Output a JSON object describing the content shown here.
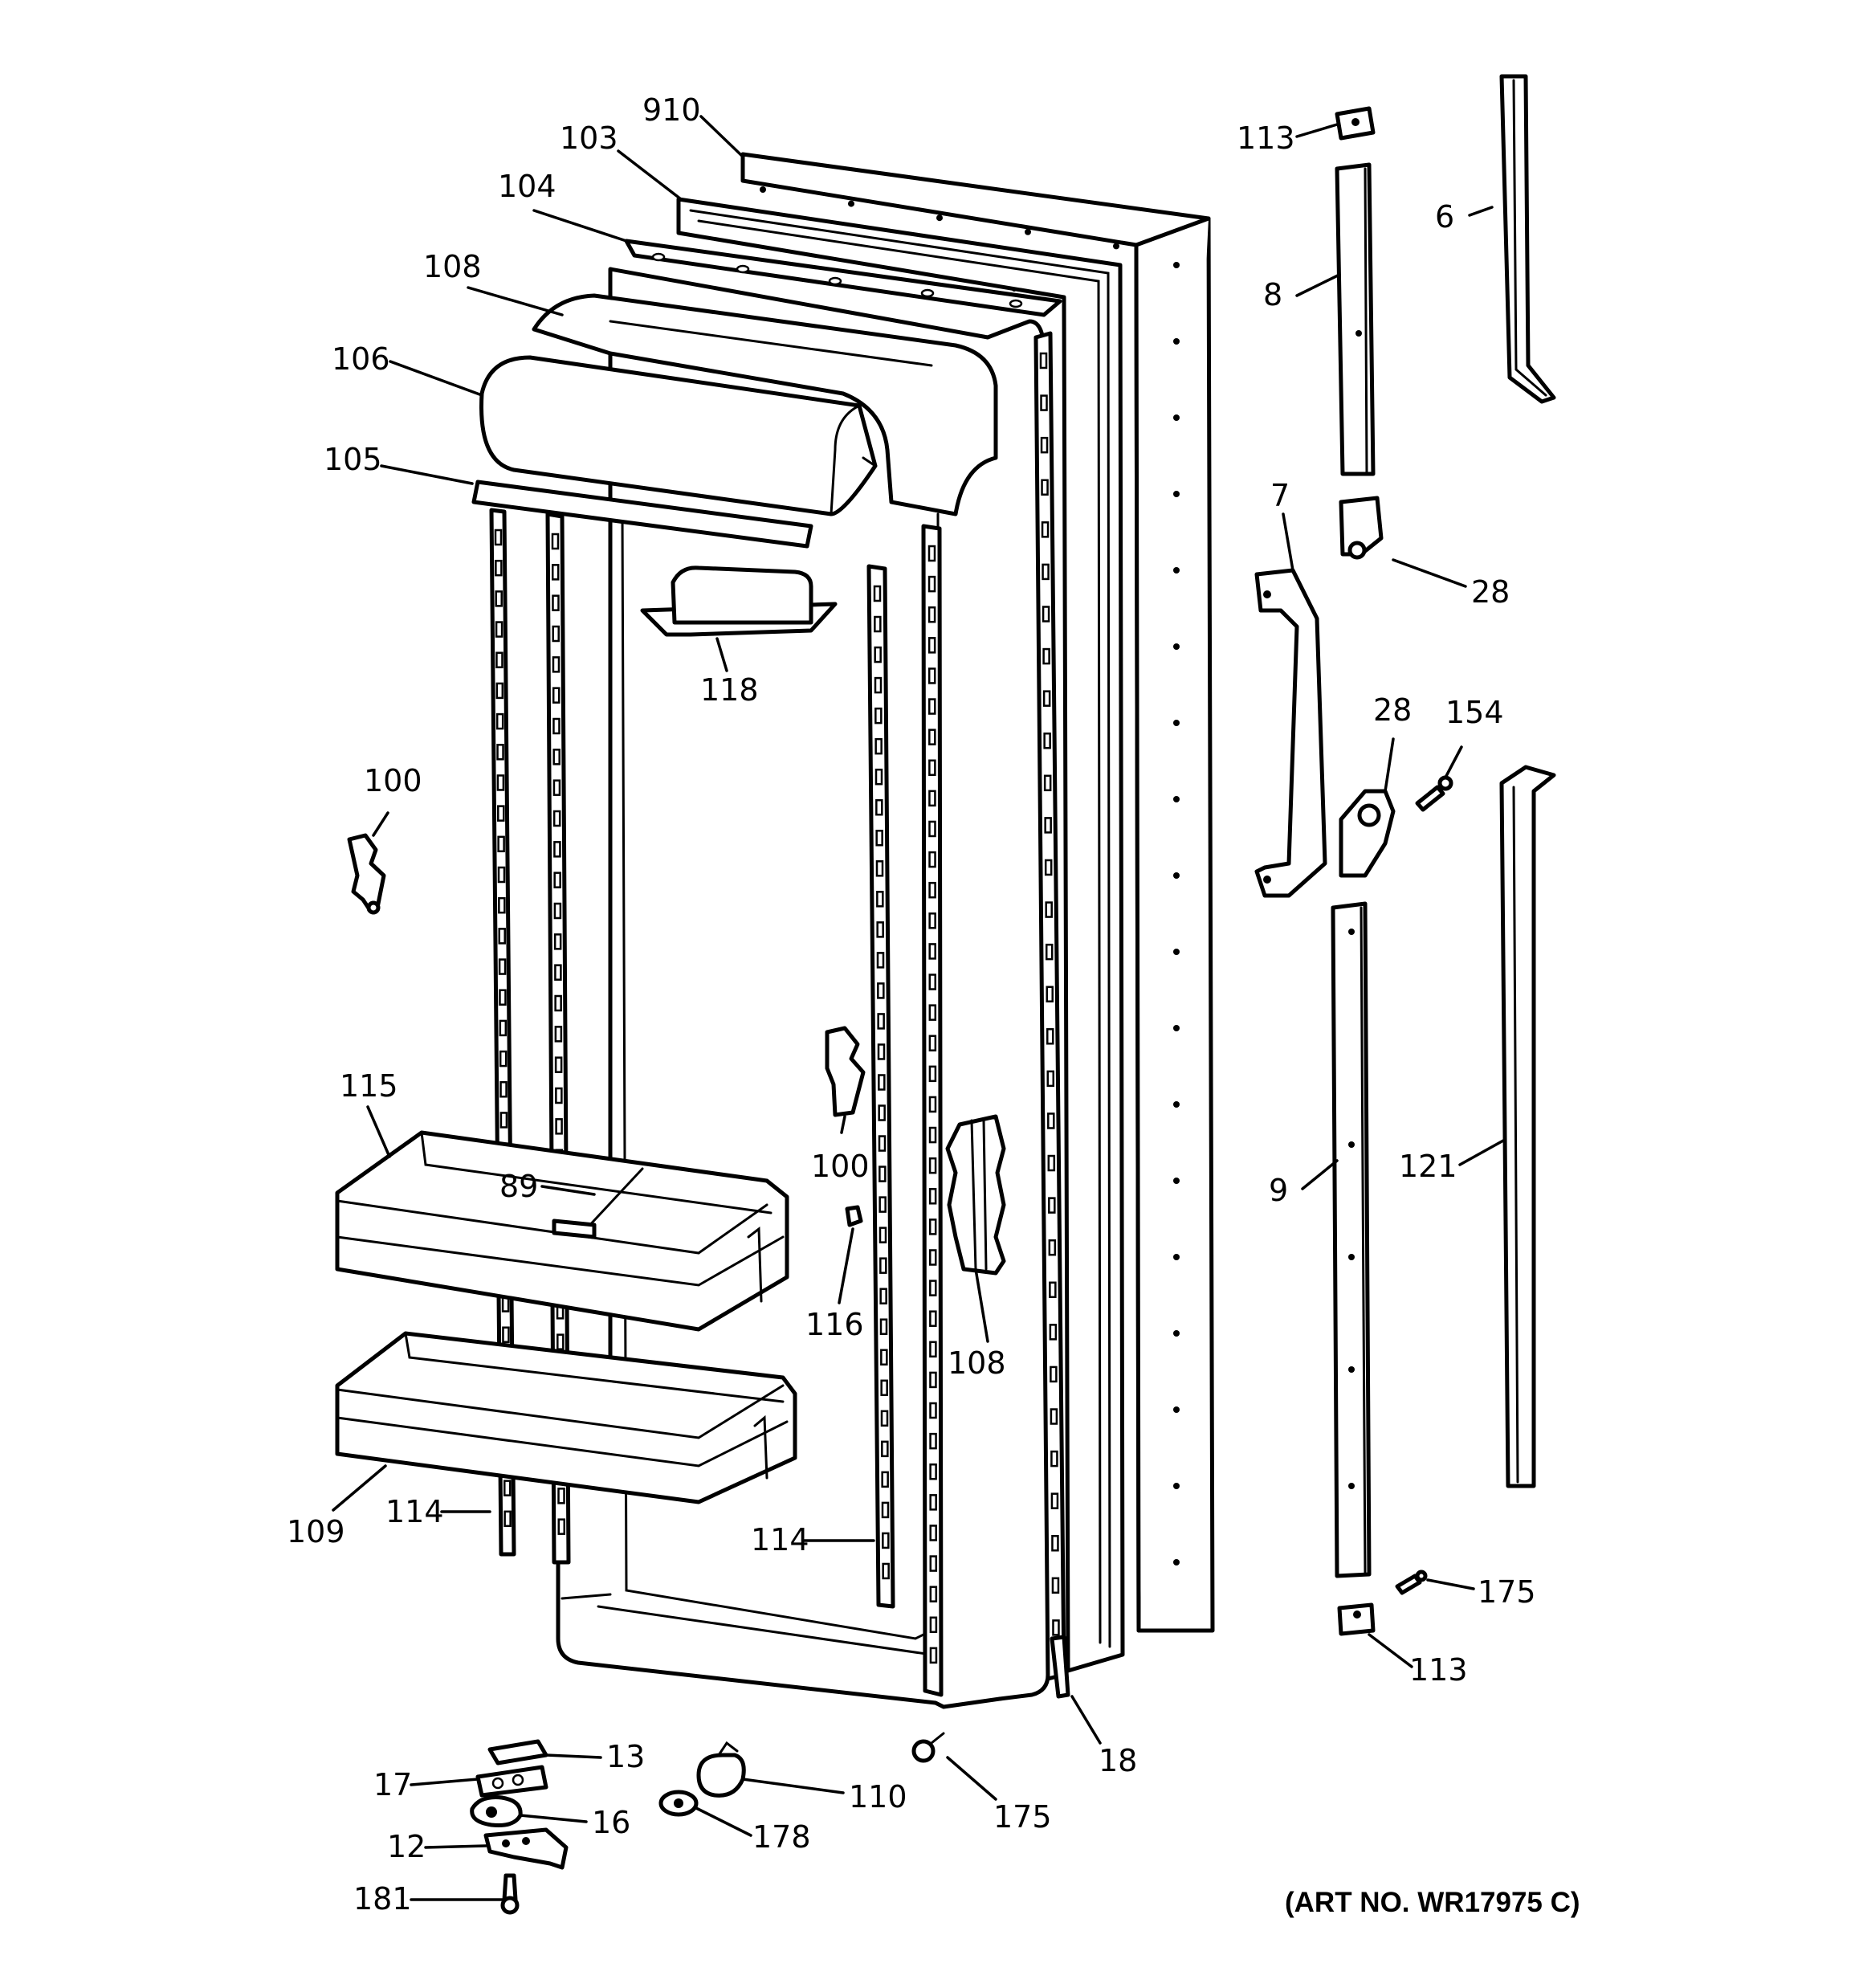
{
  "callouts": {
    "c910": "910",
    "c103": "103",
    "c104": "104",
    "c108a": "108",
    "c106": "106",
    "c105": "105",
    "c118": "118",
    "c100a": "100",
    "c100b": "100",
    "c115": "115",
    "c89": "89",
    "c116": "116",
    "c108b": "108",
    "c109": "109",
    "c114a": "114",
    "c114b": "114",
    "c13": "13",
    "c17": "17",
    "c16": "16",
    "c12": "12",
    "c181": "181",
    "c110": "110",
    "c178": "178",
    "c175a": "175",
    "c18": "18",
    "c113a": "113",
    "c8": "8",
    "c6": "6",
    "c7": "7",
    "c28a": "28",
    "c28b": "28",
    "c154": "154",
    "c9": "9",
    "c121": "121",
    "c175b": "175",
    "c113b": "113"
  },
  "art_number": "(ART NO. WR17975 C)"
}
